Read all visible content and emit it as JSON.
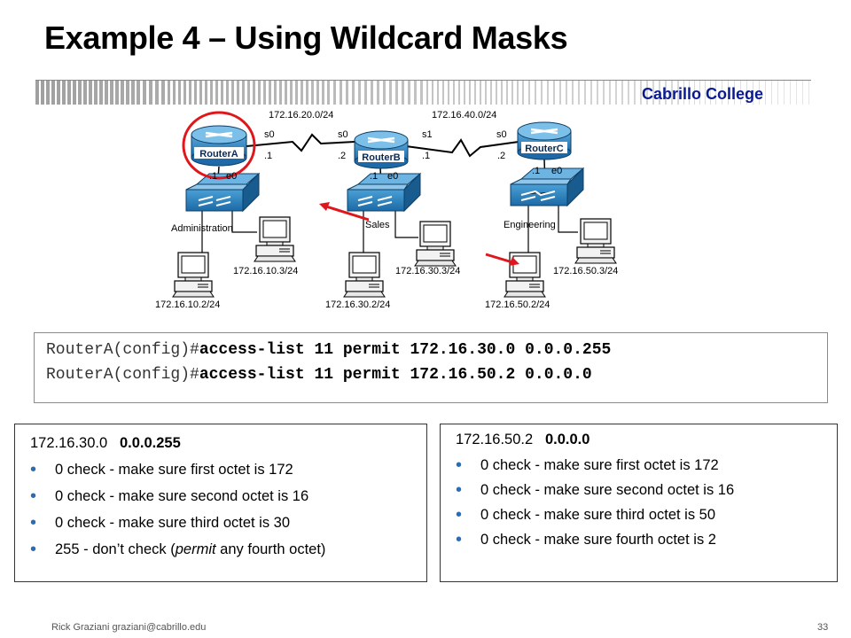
{
  "title": "Example 4 – Using Wildcard Masks",
  "college": "Cabrillo College",
  "network": {
    "networks": [
      "172.16.20.0/24",
      "172.16.40.0/24"
    ],
    "routers": [
      {
        "name": "RouterA",
        "left_if": "s0",
        "left_ip": ".1",
        "lan_ip": ".1",
        "lan_if": "e0"
      },
      {
        "name": "RouterB",
        "left_if": "s0",
        "left_ip": ".2",
        "right_if": "s1",
        "right_ip": ".1",
        "lan_ip": ".1",
        "lan_if": "e0"
      },
      {
        "name": "RouterC",
        "left_if": "s0",
        "left_ip": ".2",
        "lan_ip": ".1",
        "lan_if": "e0"
      }
    ],
    "lans": [
      "Administration",
      "Sales",
      "Engineering"
    ],
    "hosts": [
      "172.16.10.3/24",
      "172.16.10.2/24",
      "172.16.30.3/24",
      "172.16.30.2/24",
      "172.16.50.3/24",
      "172.16.50.2/24"
    ]
  },
  "cli": [
    {
      "prompt": "RouterA(config)#",
      "command": "access-list 11 permit 172.16.30.0 0.0.0.255"
    },
    {
      "prompt": "RouterA(config)#",
      "command": "access-list 11 permit 172.16.50.2 0.0.0.0"
    }
  ],
  "left_box": {
    "address": "172.16.30.0",
    "mask": "0.0.0.255",
    "bullets": [
      "0  check - make sure first octet is 172",
      "0  check - make sure second octet is 16",
      "0  check - make sure third octet is 30"
    ],
    "last_bullet": {
      "pre": "255 - don’t check (",
      "em": "permit",
      "post": " any fourth octet)"
    }
  },
  "right_box": {
    "address": "172.16.50.2",
    "mask": "0.0.0.0",
    "bullets": [
      "0  check - make sure first octet is 172",
      "0  check - make sure second octet is 16",
      "0  check - make sure third octet is 50",
      "0  check - make sure fourth octet is 2"
    ]
  },
  "bullet_glyph": "•",
  "footer": "Rick Graziani  graziani@cabrillo.edu",
  "page": "33",
  "colors": {
    "college": "#0a1a8f",
    "bullet": "#2a6cb5",
    "device": "#2b7fc0",
    "highlight": "#e0161d"
  }
}
